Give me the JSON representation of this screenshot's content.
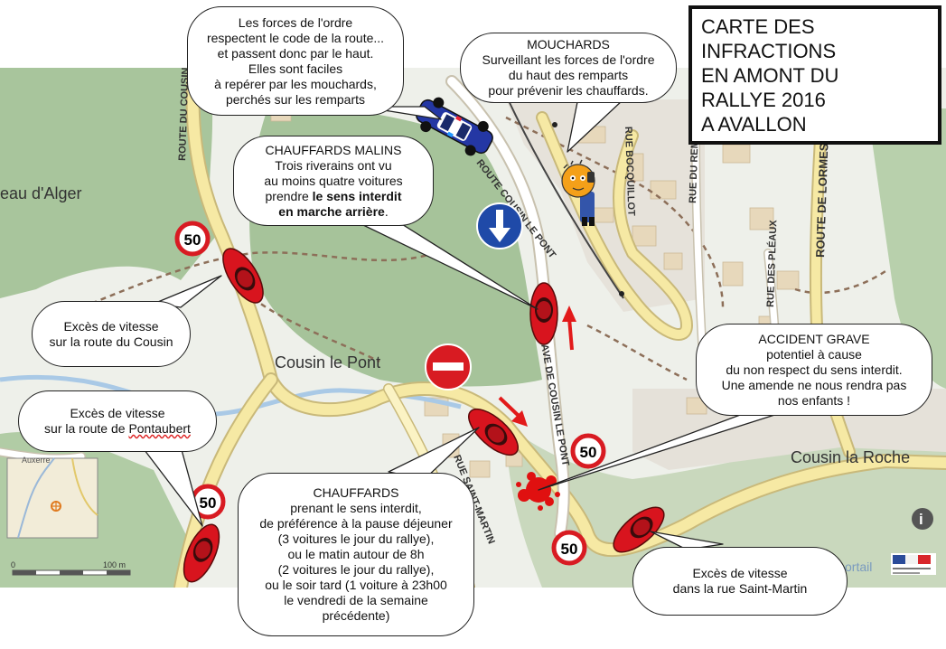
{
  "title": {
    "lines": [
      "CARTE DES",
      "INFRACTIONS",
      "EN AMONT DU",
      "RALLYE 2016",
      "A AVALLON"
    ]
  },
  "map": {
    "road_labels": [
      "ROUTE DU COUSIN",
      "ROUTE COUSIN LE PONT",
      "PAVE DE COUSIN LE PONT",
      "RUE BOCQUILLOT",
      "RUE DU REMPART",
      "ROUTE DE LORMES",
      "RUE DES PLÉAUX",
      "RUE SAINT-MARTIN"
    ],
    "place_labels": [
      "eau d'Alger",
      "Cousin le Pont",
      "Cousin la Roche"
    ],
    "speed_limit": "50",
    "scale": {
      "start": "0",
      "end": "100 m"
    },
    "inset_label": "Auxerre",
    "portal_text": "ortail",
    "info_icon": "i"
  },
  "bubbles": {
    "police": {
      "lines": [
        "Les forces de l'ordre",
        "respectent le code de la route...",
        "et passent donc par le haut.",
        "Elles sont faciles",
        "à repérer par les mouchards,",
        "perchés sur les remparts"
      ]
    },
    "mouchards": {
      "lines": [
        "MOUCHARDS",
        "Surveillant les forces de l'ordre",
        "du haut des remparts",
        "pour prévenir les chauffards."
      ]
    },
    "malins": {
      "line1": "CHAUFFARDS MALINS",
      "line2": "Trois riverains ont vu",
      "line3": "au moins quatre voitures",
      "line4_pre": "prendre ",
      "line4_bold": "le sens interdit",
      "line5_bold": "en marche arrière",
      "line5_post": "."
    },
    "cousin": {
      "lines": [
        "Excès de vitesse",
        "sur la route du Cousin"
      ]
    },
    "pontaubert": {
      "line1": "Excès de vitesse",
      "line2_pre": "sur la route de ",
      "line2_word": "Pontaubert"
    },
    "accident": {
      "lines": [
        "ACCIDENT GRAVE",
        "potentiel à cause",
        "du non respect du sens interdit.",
        "Une amende ne nous rendra pas",
        "nos enfants !"
      ]
    },
    "chauffards": {
      "lines": [
        "CHAUFFARDS",
        "prenant le sens interdit,",
        "de préférence à la pause déjeuner",
        "(3 voitures le jour du rallye),",
        "ou le matin autour de 8h",
        "(2 voitures le jour du rallye),",
        "ou le soir tard (1 voiture à 23h00",
        "le vendredi de la semaine",
        "précédente)"
      ]
    },
    "saintmartin": {
      "lines": [
        "Excès de vitesse",
        "dans la rue Saint-Martin"
      ]
    }
  },
  "colors": {
    "road": "#f6e9a4",
    "forest": "#a7c49b",
    "car": "#d8141e",
    "sign_blue": "#1f4aa8",
    "sign_red": "#d81b22"
  }
}
